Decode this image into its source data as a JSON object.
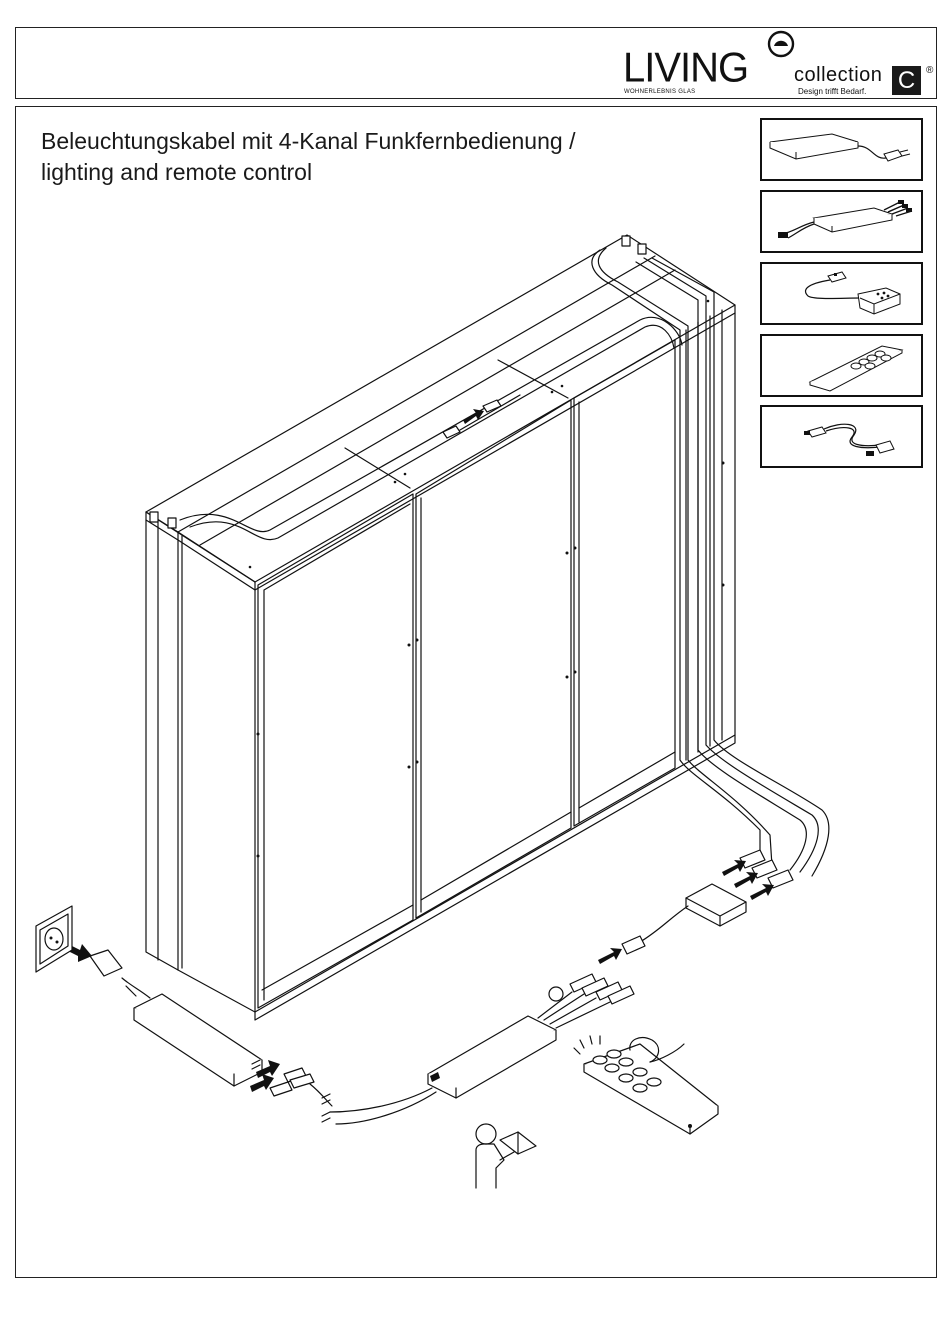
{
  "header": {
    "brand": "LIVING",
    "brand_sub": "WOHNERLEBNIS GLAS",
    "collection": "collection",
    "tagline": "Design trifft Bedarf.",
    "badge": "C",
    "registered": "®"
  },
  "title": {
    "line1": "Beleuchtungskabel mit 4-Kanal Funkfernbedienung /",
    "line2": "lighting and remote control"
  },
  "parts": [
    {
      "icon": "power-supply-icon"
    },
    {
      "icon": "receiver-icon"
    },
    {
      "icon": "distributor-icon"
    },
    {
      "icon": "remote-control-icon"
    },
    {
      "icon": "extension-cable-icon"
    }
  ]
}
